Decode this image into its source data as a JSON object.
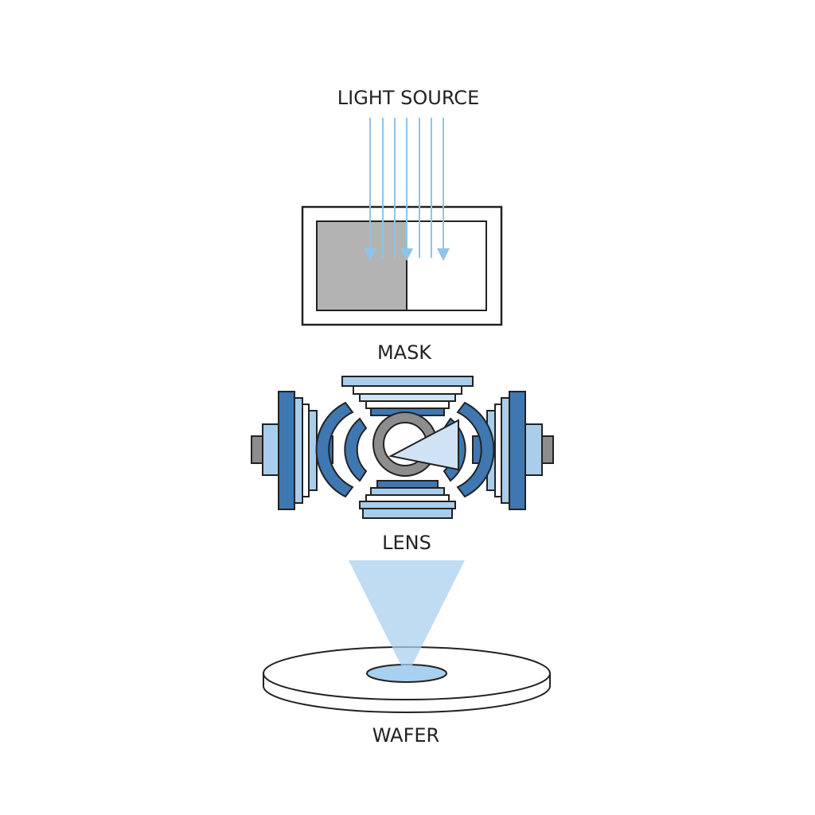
{
  "labels": {
    "light_source": "LIGHT SOURCE",
    "mask": "MASK",
    "lens": "LENS",
    "wafer": "WAFER"
  },
  "colors": {
    "ray": "#8ec4ea",
    "mask_opaque": "#b3b3b3",
    "lens_dark": "#3f77b0",
    "lens_light": "#a9cdeb",
    "lens_pale": "#cfe3f4",
    "gray": "#8d8d8d",
    "cone": "#a9d0ee",
    "outline": "#222222"
  },
  "icons": {
    "light_rays": "light-rays-icon",
    "mask": "photomask-icon",
    "lens": "projection-lens-assembly-icon",
    "beam": "focused-beam-icon",
    "wafer": "silicon-wafer-icon"
  }
}
